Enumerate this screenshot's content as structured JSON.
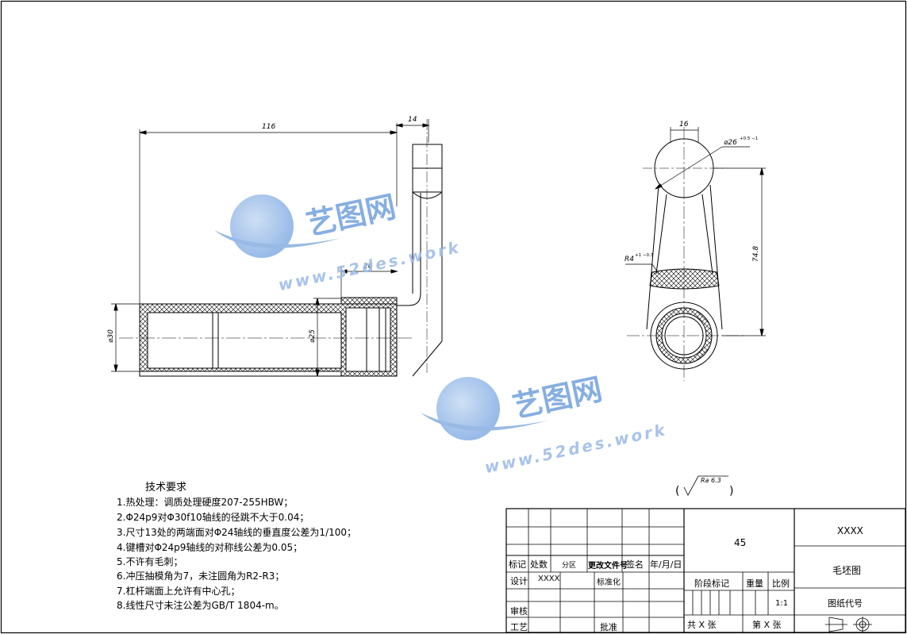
{
  "dimensions": {
    "len_116": "116",
    "len_14": "14",
    "len_26": "26",
    "dia_30": "⌀30",
    "dia_25": "⌀25",
    "len_16": "16",
    "dia_26": "⌀26",
    "dia_26_tol": "+0.5 −1",
    "r4": "R4",
    "r4_tol": "+1 −0.3",
    "len_74_8": "74.8"
  },
  "surface_finish": {
    "prefix": "(",
    "ra": "Ra 6.3",
    "suffix": ")"
  },
  "notes": {
    "title": "技术要求",
    "items": [
      "1.热处理：调质处理硬度207-255HBW；",
      "2.Φ24p9对Φ30f10轴线的径跳不大于0.04；",
      "3.尺寸13处的两端面对Φ24轴线的垂直度公差为1/100；",
      "4.键槽对Φ24p9轴线的对称线公差为0.05；",
      "5.不许有毛刺；",
      "6.冲压抽模角为7，未注圆角为R2-R3；",
      "7.杠杆端面上允许有中心孔；",
      "8.线性尺寸未注公差为GB/T 1804-m。"
    ]
  },
  "title_block": {
    "mark": "标记",
    "count": "处数",
    "zone": "分区",
    "change_doc": "更改文件号",
    "signature": "签名",
    "date": "年/月/日",
    "design": "设计",
    "designer": "XXXX",
    "standardization": "标准化",
    "review": "审核",
    "process": "工艺",
    "approve": "批准",
    "material": "45",
    "stage_mark": "阶段标记",
    "weight": "重量",
    "scale_label": "比例",
    "scale": "1:1",
    "total_sheets": "共 X 张",
    "sheet_no": "第 X 张",
    "company": "XXXX",
    "drawing_name": "毛坯图",
    "drawing_code": "图纸代号"
  },
  "watermark": {
    "brand": "艺图网",
    "url": "www.52des.work"
  }
}
